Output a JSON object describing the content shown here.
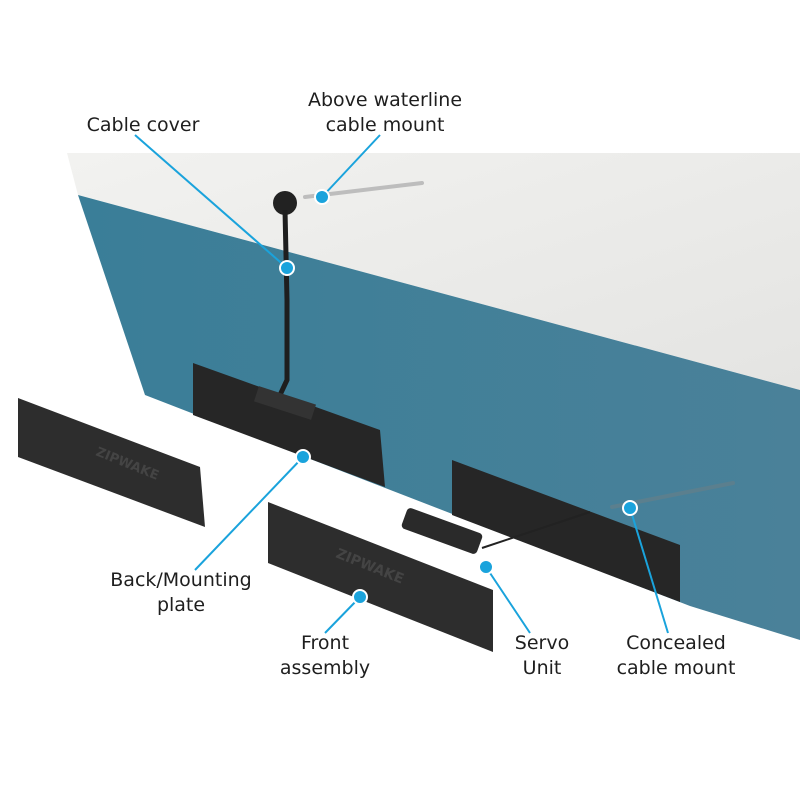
{
  "colors": {
    "hull_top": "#ececea",
    "hull_teal": "#3f7f97",
    "callout": "#1aa3dc",
    "part": "#2a2a2a"
  },
  "labels": {
    "above_waterline": [
      "Above waterline",
      "cable mount"
    ],
    "cable_cover": [
      "Cable cover"
    ],
    "back_plate": [
      "Back/Mounting",
      "plate"
    ],
    "front_assembly": [
      "Front",
      "assembly"
    ],
    "servo_unit": [
      "Servo",
      "Unit"
    ],
    "concealed_mount": [
      "Concealed",
      "cable mount"
    ]
  },
  "brand_marking": "ZIPWAKE"
}
